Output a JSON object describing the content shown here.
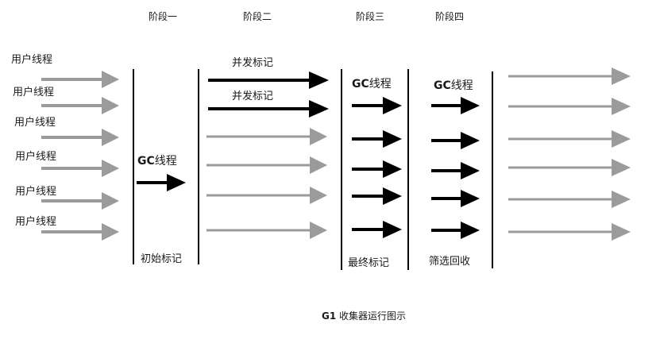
{
  "phases": [
    "阶段一",
    "阶段二",
    "阶段三",
    "阶段四"
  ],
  "user_thread_label": "用户线程",
  "gc_thread": {
    "prefix": "GC",
    "suffix": "线程"
  },
  "concurrent_mark_label": "并发标记",
  "stage_labels": {
    "initial_mark": "初始标记",
    "final_mark": "最终标记",
    "filter_recycle": "筛选回收"
  },
  "caption": {
    "bold": "G1",
    "text": " 收集器运行图示"
  },
  "colors": {
    "thread_gray": "#9b9b9b",
    "gc_black": "#000000"
  }
}
